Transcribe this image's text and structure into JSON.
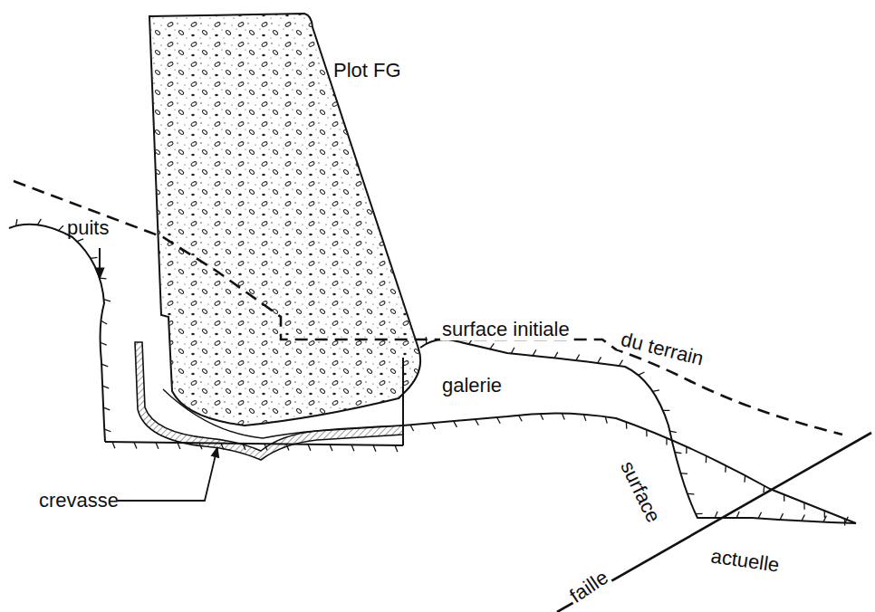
{
  "diagram": {
    "labels": [
      "Plot FG",
      "puits",
      "surface initiale",
      "du terrain",
      "galerie",
      "crevasse",
      "surface",
      "actuelle",
      "faille"
    ]
  }
}
